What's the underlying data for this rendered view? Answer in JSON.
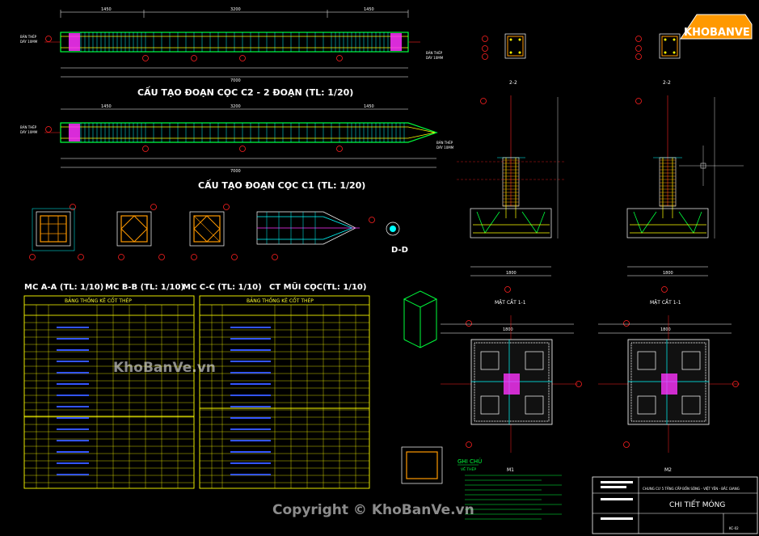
{
  "colors": {
    "bg": "#000000",
    "green": "#00ff3c",
    "cyan": "#00ffff",
    "yellow": "#ffff00",
    "magenta": "#ff33ff",
    "red": "#ff2020",
    "white": "#ffffff",
    "orange": "#ff9900",
    "blue": "#3355ff"
  },
  "titles": {
    "pile_c2": "CẤU TẠO ĐOẠN CỌC C2 - 2 ĐOẠN (TL: 1/20)",
    "pile_c1": "CẤU TẠO ĐOẠN CỌC C1 (TL: 1/20)",
    "mc_aa": "MC A-A (TL: 1/10)",
    "mc_bb": "MC B-B (TL: 1/10)",
    "mc_cc": "MC C-C (TL: 1/10)",
    "ct_mui": "CT MŨI CỌC(TL: 1/10)",
    "dd": "D-D",
    "sec_22a": "2-2",
    "sec_22b": "2-2",
    "mat_cat_a": "MẶT CẮT 1-1",
    "mat_cat_b": "MẶT CẮT 1-1",
    "m1": "M1",
    "m2": "M2"
  },
  "tables": {
    "left_title": "BẢNG THỐNG KÊ CỐT THÉP",
    "right_title": "BẢNG THỐNG KÊ CỐT THÉP"
  },
  "labels": {
    "ban_thep_a": "BẢN THÉP",
    "day_a": "DÀY 10MM",
    "ban_thep_b": "BẢN THÉP",
    "day_b": "DÀY 10MM",
    "ban_thep_c": "BẢN THÉP",
    "day_c": "DÀY 10MM",
    "ban_thep_d": "BẢN THÉP",
    "day_d": "DÀY 10MM",
    "dim_total_a": "7000",
    "dim_total_b": "7000",
    "dim_1450a": "1450",
    "dim_3200a": "3200",
    "dim_1450b": "1450",
    "dim_1450c": "1450",
    "dim_3200c": "3200",
    "dim_1450d": "1450",
    "ghi_chu": "GHI CHÚ",
    "ve_thep": "VỀ THÉP",
    "dim_1800a": "1800",
    "dim_1800b": "1800",
    "dim_1800c": "1800",
    "dim_1800d": "1800"
  },
  "title_block": {
    "project": "CHUNG CƯ 5 TẦNG CẤP BỐN SÔNG - VIỆT YÊN - BẮC GIANG",
    "drawing": "CHI TIẾT MÓNG",
    "sheet": "KC-02"
  },
  "watermark": {
    "logo": "KHOBANVE",
    "mid": "KhoBanVe.vn",
    "copyright": "Copyright © KhoBanVe.vn"
  }
}
